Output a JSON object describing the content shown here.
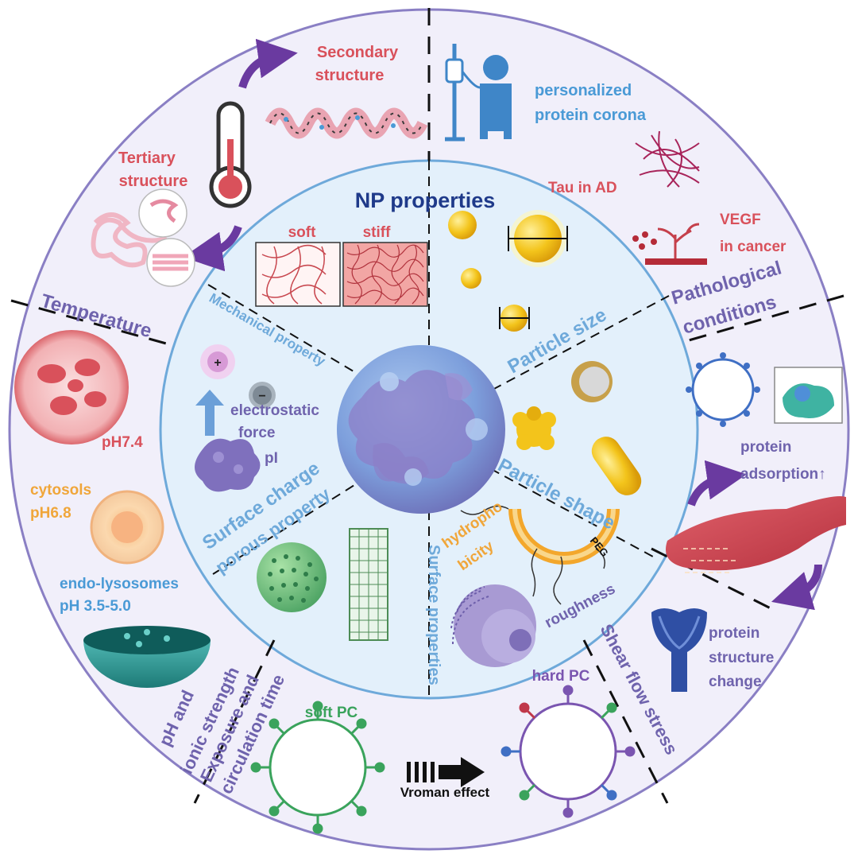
{
  "center": {
    "title": "NP properties",
    "soft": "soft",
    "stiff": "stiff"
  },
  "inner_sectors": {
    "mechanical_property": "Mechanical property",
    "particle_size": "Particle size",
    "particle_shape": "Particle shape",
    "surface_properties": "Surface properties",
    "porous_property": "porous property",
    "surface_charge": "Surface charge"
  },
  "inner_labels": {
    "electrostatic": "electrostatic",
    "force": "force",
    "pi": "pI",
    "hydropho": "hydropho",
    "bicity": "bicity",
    "roughness": "roughness",
    "peg": "PEG"
  },
  "outer_sectors": {
    "temperature": "Temperature",
    "pathological_1": "Pathological",
    "pathological_2": "conditions",
    "ph_ionic_1": "pH and",
    "ph_ionic_2": "ionic strength",
    "exposure_1": "Exposure and",
    "exposure_2": "circulation time",
    "shear_flow": "Shear flow stress"
  },
  "outer_labels": {
    "secondary_1": "Secondary",
    "secondary_2": "structure",
    "tertiary_1": "Tertiary",
    "tertiary_2": "structure",
    "personalized_1": "personalized",
    "personalized_2": "protein corona",
    "tau": "Tau in AD",
    "vegf_1": "VEGF",
    "vegf_2": "in cancer",
    "ph74": "pH7.4",
    "cytosols_1": "cytosols",
    "cytosols_2": "pH6.8",
    "endo_1": "endo-lysosomes",
    "endo_2": "pH 3.5-5.0",
    "soft_pc": "soft PC",
    "hard_pc": "hard PC",
    "vroman": "Vroman effect",
    "protein_1": "protein",
    "protein_2": "adsorption↑",
    "structure_1": "protein",
    "structure_2": "structure",
    "structure_3": "change"
  },
  "colors": {
    "outer_ring": "#f1effa",
    "outer_border": "#8a7fc4",
    "inner_disc": "#e3f0fb",
    "inner_border": "#6ea9da",
    "red_text": "#d9515b",
    "blue_text": "#4a9ad6",
    "purple_text": "#6f63ad",
    "navy_text": "#1f3a8a",
    "orange_text": "#f0a63a",
    "green_text": "#3aa35c",
    "arrow_purple": "#6a3aa0"
  }
}
